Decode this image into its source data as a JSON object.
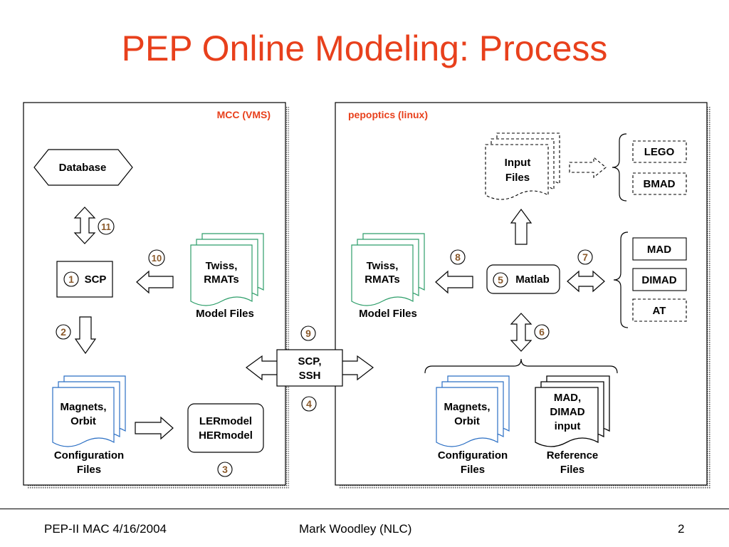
{
  "title": "PEP Online Modeling: Process",
  "colors": {
    "title": "#e8401c",
    "step_number": "#8b5a2b",
    "files_green": "#2e9e6a",
    "files_blue": "#2b6fc4"
  },
  "left_panel": {
    "label": "MCC (VMS)",
    "database": "Database",
    "scp": "SCP",
    "twiss_l1": "Twiss,",
    "twiss_l2": "RMATs",
    "model_files": "Model Files",
    "magnets_l1": "Magnets,",
    "magnets_l2": "Orbit",
    "config_l1": "Configuration",
    "config_l2": "Files",
    "lermodel": "LERmodel",
    "hermodel": "HERmodel"
  },
  "transfer": {
    "l1": "SCP,",
    "l2": "SSH"
  },
  "right_panel": {
    "label": "pepoptics (linux)",
    "input_l1": "Input",
    "input_l2": "Files",
    "lego": "LEGO",
    "bmad": "BMAD",
    "twiss_l1": "Twiss,",
    "twiss_l2": "RMATs",
    "model_files": "Model Files",
    "matlab": "Matlab",
    "mad": "MAD",
    "dimad": "DIMAD",
    "at": "AT",
    "magnets_l1": "Magnets,",
    "magnets_l2": "Orbit",
    "config_l1": "Configuration",
    "config_l2": "Files",
    "madinput_l1": "MAD,",
    "madinput_l2": "DIMAD",
    "madinput_l3": "input",
    "reference_l1": "Reference",
    "reference_l2": "Files"
  },
  "steps": [
    "1",
    "2",
    "3",
    "4",
    "5",
    "6",
    "7",
    "8",
    "9",
    "10",
    "11"
  ],
  "footer": {
    "left": "PEP-II MAC 4/16/2004",
    "center": "Mark Woodley (NLC)",
    "page": "2"
  }
}
